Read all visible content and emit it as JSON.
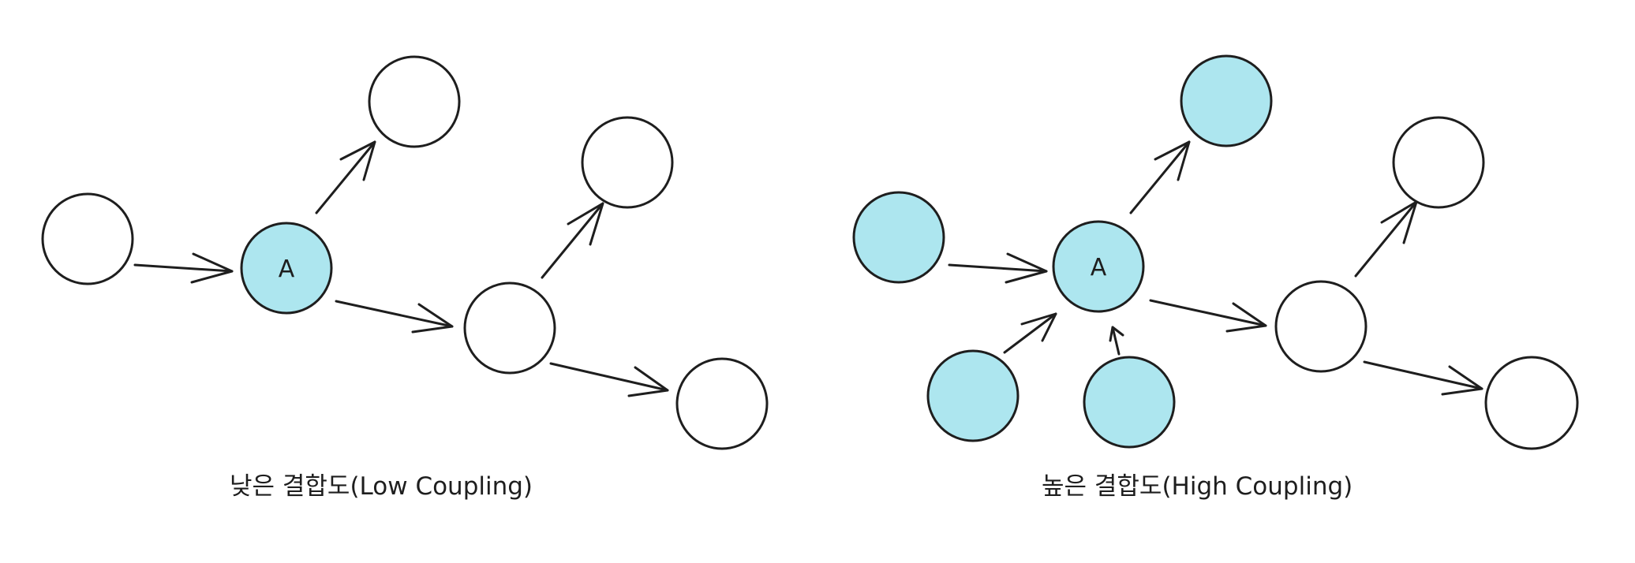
{
  "colors": {
    "highlight_fill": "#ADE6EF",
    "plain_fill": "#FFFFFF",
    "stroke": "#1E1E1E",
    "background": "#FFFFFF"
  },
  "diagrams": [
    {
      "caption": "낮은 결합도(Low Coupling)",
      "center_label": "A",
      "highlighted_nodes": [
        "n2"
      ],
      "edges": [
        [
          "n1",
          "n2"
        ],
        [
          "n2",
          "n3"
        ],
        [
          "n2",
          "n4"
        ],
        [
          "n4",
          "n5"
        ],
        [
          "n4",
          "n6"
        ]
      ]
    },
    {
      "caption": "높은 결합도(High Coupling)",
      "center_label": "A",
      "highlighted_nodes": [
        "n1",
        "n2",
        "n3",
        "n7",
        "n8"
      ],
      "edges": [
        [
          "n1",
          "n2"
        ],
        [
          "n2",
          "n3"
        ],
        [
          "n2",
          "n4"
        ],
        [
          "n4",
          "n5"
        ],
        [
          "n4",
          "n6"
        ],
        [
          "n7",
          "n2"
        ],
        [
          "n8",
          "n2"
        ]
      ]
    }
  ]
}
